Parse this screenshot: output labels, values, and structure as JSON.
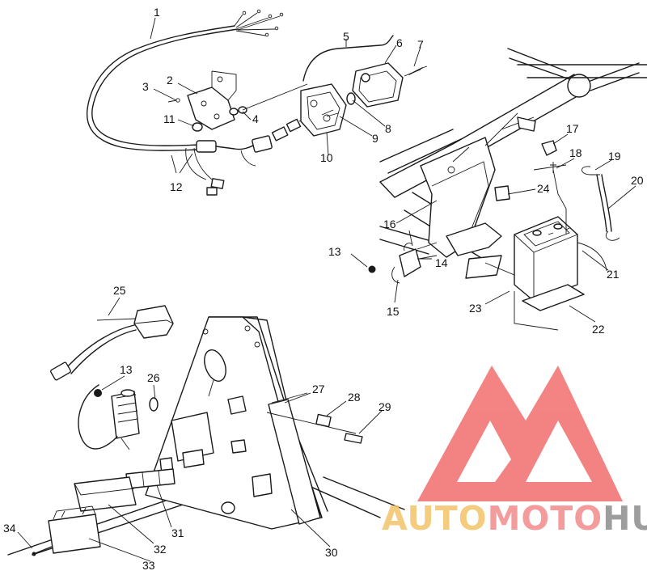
{
  "diagram": {
    "callouts": [
      {
        "label": "1"
      },
      {
        "label": "2"
      },
      {
        "label": "3"
      },
      {
        "label": "4"
      },
      {
        "label": "5"
      },
      {
        "label": "6"
      },
      {
        "label": "7"
      },
      {
        "label": "8"
      },
      {
        "label": "9"
      },
      {
        "label": "10"
      },
      {
        "label": "11"
      },
      {
        "label": "12"
      },
      {
        "label": "13"
      },
      {
        "label": "14"
      },
      {
        "label": "15"
      },
      {
        "label": "16"
      },
      {
        "label": "17"
      },
      {
        "label": "18"
      },
      {
        "label": "19"
      },
      {
        "label": "20"
      },
      {
        "label": "21"
      },
      {
        "label": "22"
      },
      {
        "label": "23"
      },
      {
        "label": "24"
      },
      {
        "label": "25"
      },
      {
        "label": "13"
      },
      {
        "label": "26"
      },
      {
        "label": "27"
      },
      {
        "label": "28"
      },
      {
        "label": "29"
      },
      {
        "label": "30"
      },
      {
        "label": "31"
      },
      {
        "label": "32"
      },
      {
        "label": "33"
      },
      {
        "label": "34"
      }
    ]
  },
  "watermark": {
    "part1": "AUTO",
    "part2": "MOTO",
    "part3": "HUB",
    "colors": {
      "part1": "#f3c46b",
      "part2": "#f38a8a",
      "part3": "#8c8c8c",
      "logo": "#f26d6d"
    }
  }
}
